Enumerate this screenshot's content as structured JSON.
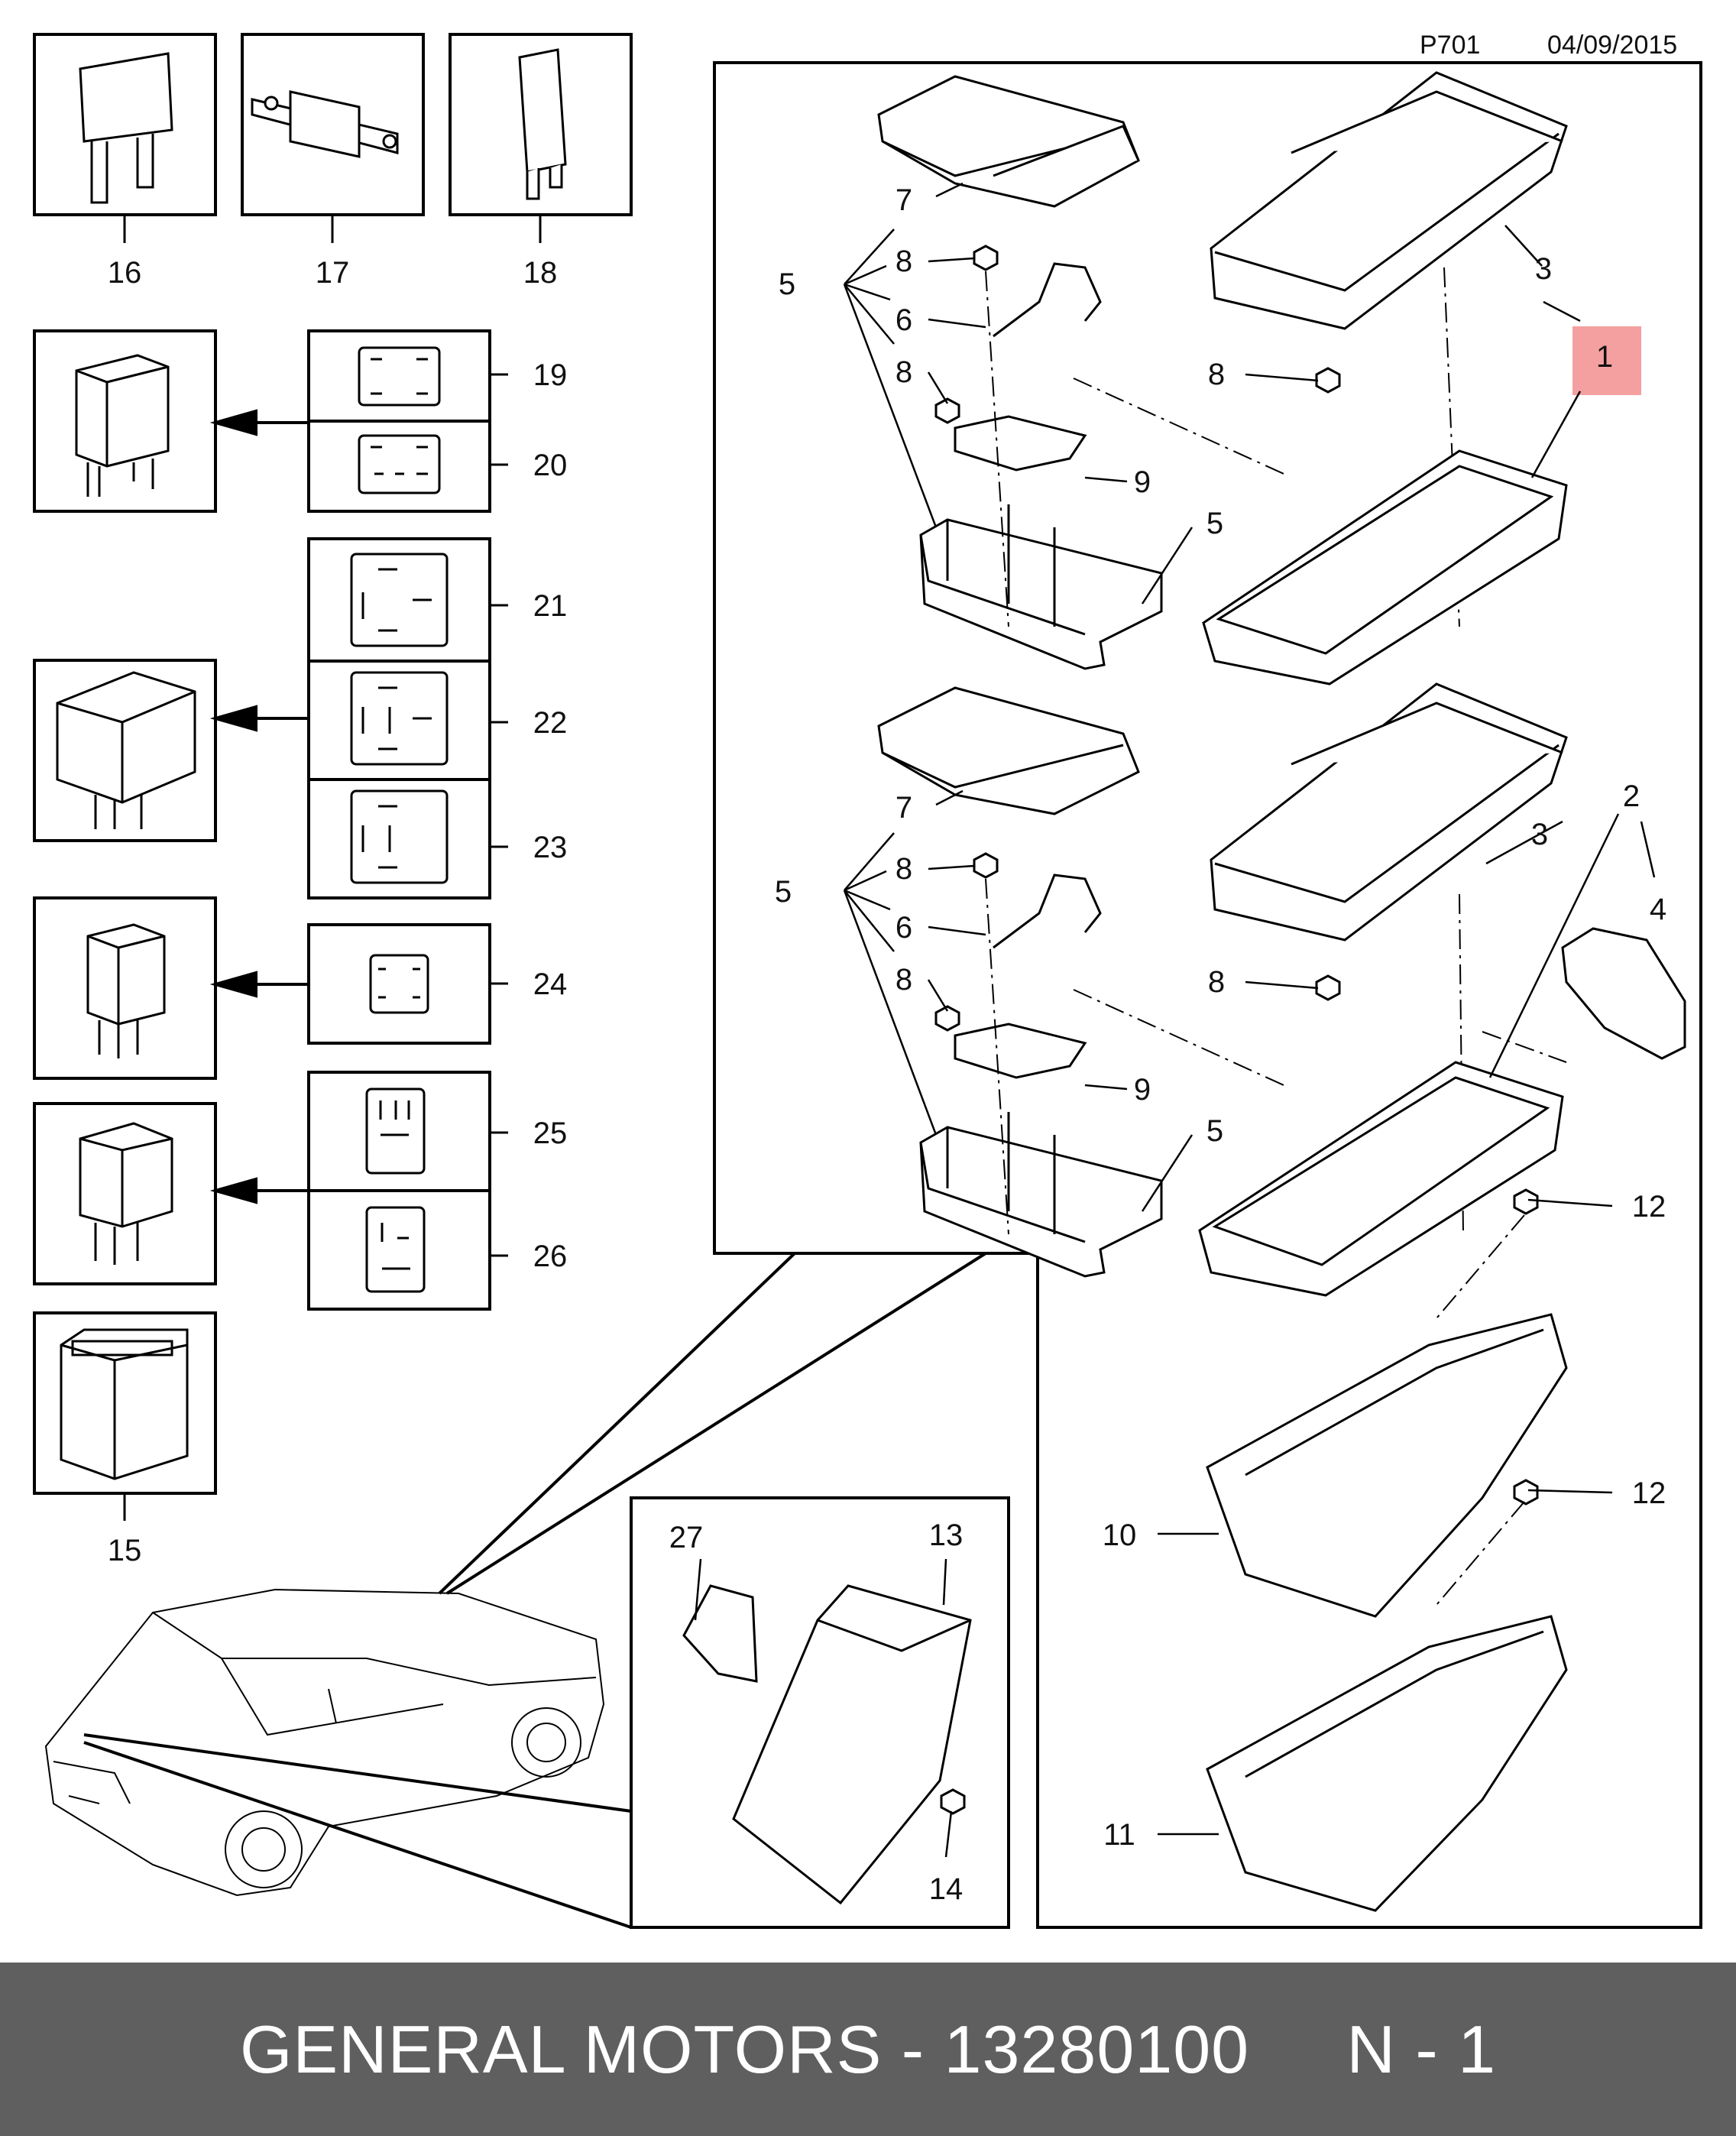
{
  "header": {
    "code": "P701",
    "date": "04/09/2015"
  },
  "highlight": {
    "callout": "1",
    "color": "#f4a0a0"
  },
  "footer": {
    "brand": "GENERAL MOTORS",
    "separator": " - ",
    "part_number": "13280100",
    "suffix": "N - 1",
    "background": "#5f5f5f"
  },
  "callouts": {
    "c1": "1",
    "c2": "2",
    "c3a": "3",
    "c3b": "3",
    "c4": "4",
    "c5a": "5",
    "c5b": "5",
    "c5c": "5",
    "c5d": "5",
    "c6a": "6",
    "c6b": "6",
    "c7a": "7",
    "c7b": "7",
    "c8a": "8",
    "c8b": "8",
    "c8c": "8",
    "c8d": "8",
    "c8e": "8",
    "c8f": "8",
    "c9a": "9",
    "c9b": "9",
    "c10": "10",
    "c11": "11",
    "c12a": "12",
    "c12b": "12",
    "c13": "13",
    "c14": "14",
    "c15": "15",
    "c16": "16",
    "c17": "17",
    "c18": "18",
    "c19": "19",
    "c20": "20",
    "c21": "21",
    "c22": "22",
    "c23": "23",
    "c24": "24",
    "c25": "25",
    "c26": "26",
    "c27": "27"
  }
}
